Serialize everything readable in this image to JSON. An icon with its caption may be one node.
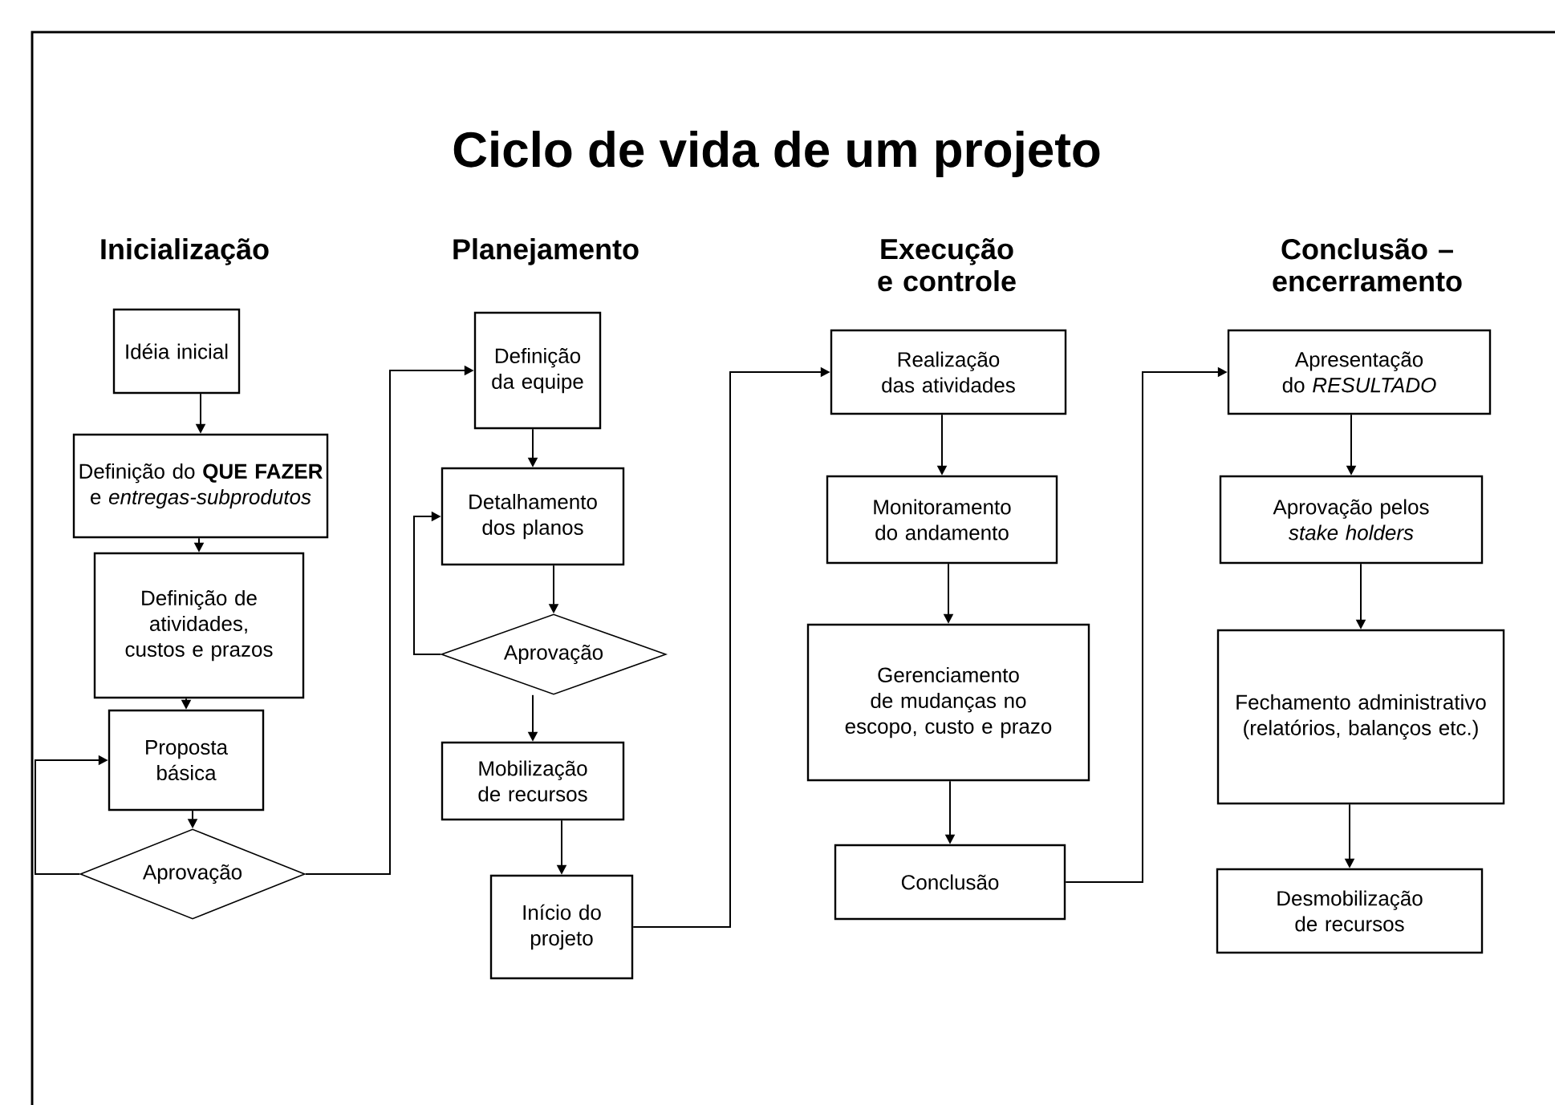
{
  "diagram": {
    "title": "Ciclo de vida de um projeto",
    "nodes": [
      {
        "text": [
          "Idéia inicial"
        ]
      },
      {
        "text": [
          "Definição do **QUE FAZER** e *entregas-subprodutos*"
        ]
      },
      {
        "text": [
          "Definição de atividades, custos e prazos"
        ]
      },
      {
        "text": [
          "Proposta básica"
        ]
      },
      {
        "text": [
          "Aprovação"
        ]
      },
      {
        "text": [
          "Definição da equipe"
        ]
      },
      {
        "text": [
          "Detalhamento dos planos"
        ]
      },
      {
        "text": [
          "Aprovação"
        ]
      },
      {
        "text": [
          "Mobilização de recursos"
        ]
      },
      {
        "text": [
          "Início do projeto"
        ]
      },
      {
        "text": [
          "Realização das atividades"
        ]
      },
      {
        "text": [
          "Monitoramento do andamento"
        ]
      },
      {
        "text": [
          "Gerenciamento de mudanças no escopo, custo e prazo"
        ]
      },
      {
        "text": [
          "Conclusão"
        ]
      },
      {
        "text": [
          "Apresentação do *RESULTADO*"
        ]
      },
      {
        "text": [
          "Aprovação pelos *stake holders*"
        ]
      },
      {
        "text": [
          "Fechamento administrativo (relatórios, balanços etc.)"
        ]
      },
      {
        "text": [
          "Desmobilização de recursos"
        ]
      }
    ],
    "edges": [
      {
        "from": 0,
        "to": 1,
        "arrow": "to"
      },
      {
        "from": 1,
        "to": 2,
        "arrow": "to"
      },
      {
        "from": 2,
        "to": 3,
        "arrow": "to"
      },
      {
        "from": 3,
        "to": 4,
        "arrow": "to"
      },
      {
        "from": 4,
        "to": 3,
        "arrow": "to"
      },
      {
        "from": 4,
        "to": 5,
        "arrow": "to"
      },
      {
        "from": 5,
        "to": 6,
        "arrow": "to"
      },
      {
        "from": 6,
        "to": 7,
        "arrow": "to"
      },
      {
        "from": 7,
        "to": 6,
        "arrow": "to"
      },
      {
        "from": 7,
        "to": 8,
        "arrow": "to"
      },
      {
        "from": 8,
        "to": 9,
        "arrow": "to"
      },
      {
        "from": 9,
        "to": 10,
        "arrow": "to"
      },
      {
        "from": 10,
        "to": 11,
        "arrow": "to"
      },
      {
        "from": 11,
        "to": 12,
        "arrow": "to"
      },
      {
        "from": 12,
        "to": 13,
        "arrow": "to"
      },
      {
        "from": 13,
        "to": 14,
        "arrow": "to"
      },
      {
        "from": 14,
        "to": 15,
        "arrow": "to"
      },
      {
        "from": 15,
        "to": 16,
        "arrow": "to"
      },
      {
        "from": 16,
        "to": 17,
        "arrow": "to"
      }
    ],
    "labels": [
      "Inicialização",
      "Planejamento",
      "Execução e controle",
      "Conclusão – encerramento"
    ]
  }
}
